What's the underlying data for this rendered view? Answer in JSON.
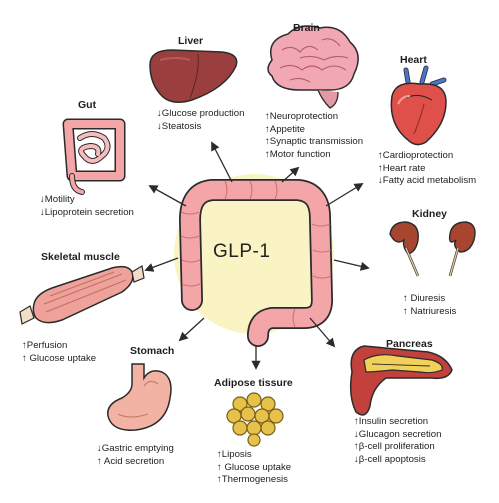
{
  "center": {
    "label": "GLP-1",
    "icon": "colon-icon"
  },
  "colors": {
    "halo": "#faf3c4",
    "colon": "#f4a5a7",
    "outline": "#2b2b2b",
    "liver": "#9a3f3d",
    "brain": "#f2a7b4",
    "heart": "#e0504a",
    "kidney": "#a8452f",
    "pancreas": "#f1d15a",
    "fat": "#e6c24a",
    "muscle": "#eea29a"
  },
  "organs": {
    "liver": {
      "title": "Liver",
      "icon": "liver-icon",
      "effects": [
        "↓Glucose production",
        "↓Steatosis"
      ]
    },
    "brain": {
      "title": "Brain",
      "icon": "brain-icon",
      "effects": [
        "↑Neuroprotection",
        "↑Appetite",
        "↑Synaptic transmission",
        "↑Motor function"
      ]
    },
    "heart": {
      "title": "Heart",
      "icon": "heart-icon",
      "effects": [
        "↑Cardioprotection",
        "↑Heart rate",
        "↓Fatty acid metabolism"
      ]
    },
    "gut": {
      "title": "Gut",
      "icon": "intestine-icon",
      "effects": [
        "↓Motility",
        "↓Lipoprotein secretion"
      ]
    },
    "kidney": {
      "title": "Kidney",
      "icon": "kidney-icon",
      "effects": [
        "↑ Diuresis",
        "↑ Natriuresis"
      ]
    },
    "skeletal_muscle": {
      "title": "Skeletal muscle",
      "icon": "muscle-icon",
      "effects": [
        "↑Perfusion",
        "↑ Glucose uptake"
      ]
    },
    "stomach": {
      "title": "Stomach",
      "icon": "stomach-icon",
      "effects": [
        "↓Gastric emptying",
        "↑ Acid secretion"
      ]
    },
    "adipose": {
      "title": "Adipose tissure",
      "icon": "fat-cells-icon",
      "effects": [
        "↑Liposis",
        "↑ Glucose uptake",
        "↑Thermogenesis"
      ]
    },
    "pancreas": {
      "title": "Pancreas",
      "icon": "pancreas-icon",
      "effects": [
        "↑Insulin secretion",
        "↓Glucagon secretion",
        "↑β-cell proliferation",
        "↓β-cell apoptosis"
      ]
    }
  }
}
